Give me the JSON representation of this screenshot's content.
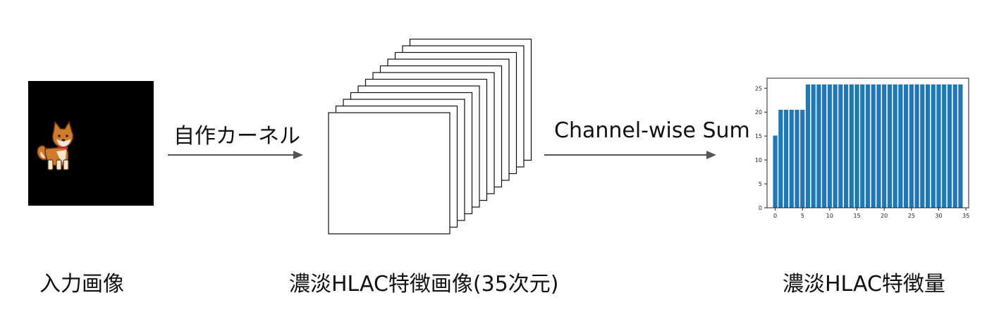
{
  "labels": {
    "input_image": "入力画像",
    "feature_images": "濃淡HLAC特徴画像(35次元)",
    "feature_vector": "濃淡HLAC特徴量"
  },
  "arrows": {
    "kernel": "自作カーネル",
    "sum": "Channel-wise Sum"
  },
  "stack": {
    "layers": 12
  },
  "colors": {
    "bar": "#1f77b4",
    "image_bg": "#000000"
  },
  "chart_data": {
    "type": "bar",
    "x": [
      0,
      1,
      2,
      3,
      4,
      5,
      6,
      7,
      8,
      9,
      10,
      11,
      12,
      13,
      14,
      15,
      16,
      17,
      18,
      19,
      20,
      21,
      22,
      23,
      24,
      25,
      26,
      27,
      28,
      29,
      30,
      31,
      32,
      33,
      34
    ],
    "values": [
      15.1,
      20.5,
      20.5,
      20.5,
      20.5,
      20.5,
      25.8,
      25.8,
      25.8,
      25.8,
      25.8,
      25.8,
      25.8,
      25.8,
      25.8,
      25.8,
      25.8,
      25.8,
      25.8,
      25.8,
      25.8,
      25.8,
      25.8,
      25.8,
      25.8,
      25.8,
      25.8,
      25.8,
      25.8,
      25.8,
      25.8,
      25.8,
      25.8,
      25.8,
      25.8
    ],
    "xticks": [
      0,
      5,
      10,
      15,
      20,
      25,
      30,
      35
    ],
    "yticks": [
      0,
      5,
      10,
      15,
      20,
      25
    ],
    "xlim": [
      -1.5,
      35.5
    ],
    "ylim": [
      0,
      27.1
    ],
    "title": "",
    "xlabel": "",
    "ylabel": "",
    "grid": false
  }
}
